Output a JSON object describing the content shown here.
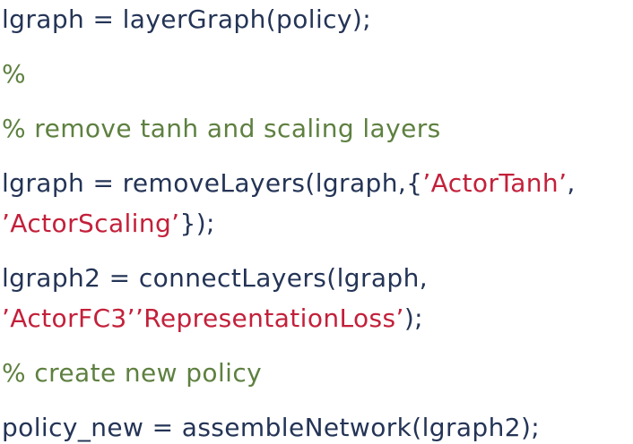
{
  "title": "MATLAB code snippet",
  "colors": {
    "background": "#ffffff",
    "code": "#243456",
    "comment": "#5e8040",
    "string": "#c3203a"
  },
  "code": {
    "language": "matlab",
    "lines": [
      {
        "wrap": false,
        "segments": [
          {
            "text": "lgraph = layerGraph(policy);",
            "type": "code"
          }
        ]
      },
      {
        "wrap": false,
        "segments": [
          {
            "text": "%",
            "type": "comment"
          }
        ]
      },
      {
        "wrap": false,
        "segments": [
          {
            "text": "% remove tanh and scaling layers",
            "type": "comment"
          }
        ]
      },
      {
        "wrap": false,
        "segments": [
          {
            "text": "lgraph = removeLayers(lgraph,{",
            "type": "code"
          },
          {
            "text": "’ActorTanh’",
            "type": "string"
          },
          {
            "text": ",",
            "type": "code"
          }
        ]
      },
      {
        "wrap": true,
        "segments": [
          {
            "text": "’ActorScaling’",
            "type": "string"
          },
          {
            "text": "});",
            "type": "code"
          }
        ]
      },
      {
        "wrap": false,
        "segments": [
          {
            "text": "lgraph2 = connectLayers(lgraph,",
            "type": "code"
          }
        ]
      },
      {
        "wrap": true,
        "segments": [
          {
            "text": "’ActorFC3’’RepresentationLoss’",
            "type": "string"
          },
          {
            "text": ");",
            "type": "code"
          }
        ]
      },
      {
        "wrap": false,
        "segments": [
          {
            "text": "% create new policy",
            "type": "comment"
          }
        ]
      },
      {
        "wrap": false,
        "segments": [
          {
            "text": "policy_new = assembleNetwork(lgraph2);",
            "type": "code"
          }
        ]
      }
    ]
  }
}
